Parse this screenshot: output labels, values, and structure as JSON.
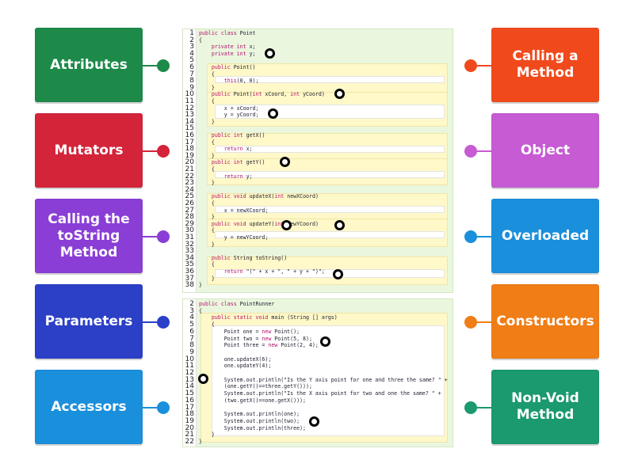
{
  "left_tiles": [
    {
      "label": "Attributes",
      "color": "#1d8a4a",
      "dot": "#1d8a4a"
    },
    {
      "label": "Mutators",
      "color": "#d3243a",
      "dot": "#d3243a"
    },
    {
      "label": "Calling the toString Method",
      "color": "#8a3ed6",
      "dot": "#8a3ed6"
    },
    {
      "label": "Parameters",
      "color": "#2b3fc7",
      "dot": "#2b3fc7"
    },
    {
      "label": "Accessors",
      "color": "#1a8fdc",
      "dot": "#1a8fdc"
    }
  ],
  "right_tiles": [
    {
      "label": "Calling a Method",
      "color": "#f04a1c",
      "dot": "#f04a1c"
    },
    {
      "label": "Object",
      "color": "#c65bd3",
      "dot": "#c65bd3"
    },
    {
      "label": "Overloaded",
      "color": "#1a8fdc",
      "dot": "#1a8fdc"
    },
    {
      "label": "Constructors",
      "color": "#f07d16",
      "dot": "#f07d16"
    },
    {
      "label": "Non-Void Method",
      "color": "#1a9a6e",
      "dot": "#1a9a6e"
    }
  ],
  "code1": {
    "lines": [
      {
        "n": "1",
        "text": "public class Point"
      },
      {
        "n": "2",
        "text": "{"
      },
      {
        "n": "3",
        "text": "    private int x;"
      },
      {
        "n": "4",
        "text": "    private int y;"
      },
      {
        "n": "5",
        "text": ""
      },
      {
        "n": "6",
        "text": "    public Point()"
      },
      {
        "n": "7",
        "text": "    {"
      },
      {
        "n": "8",
        "text": "        this(0, 0);"
      },
      {
        "n": "9",
        "text": "    }"
      },
      {
        "n": "10",
        "text": "    public Point(int xCoord, int yCoord)"
      },
      {
        "n": "11",
        "text": "    {"
      },
      {
        "n": "12",
        "text": "        x = xCoord;"
      },
      {
        "n": "13",
        "text": "        y = yCoord;"
      },
      {
        "n": "14",
        "text": "    }"
      },
      {
        "n": "15",
        "text": ""
      },
      {
        "n": "16",
        "text": "    public int getX()"
      },
      {
        "n": "17",
        "text": "    {"
      },
      {
        "n": "18",
        "text": "        return x;"
      },
      {
        "n": "19",
        "text": "    }"
      },
      {
        "n": "20",
        "text": "    public int getY()"
      },
      {
        "n": "21",
        "text": "    {"
      },
      {
        "n": "22",
        "text": "        return y;"
      },
      {
        "n": "23",
        "text": "    }"
      },
      {
        "n": "24",
        "text": ""
      },
      {
        "n": "25",
        "text": "    public void updateX(int newXCoord)"
      },
      {
        "n": "26",
        "text": "    {"
      },
      {
        "n": "27",
        "text": "        x = newXCoord;"
      },
      {
        "n": "28",
        "text": "    }"
      },
      {
        "n": "29",
        "text": "    public void updateY(int newYCoord)"
      },
      {
        "n": "30",
        "text": "    {"
      },
      {
        "n": "31",
        "text": "        y = newYCoord;"
      },
      {
        "n": "32",
        "text": "    }"
      },
      {
        "n": "33",
        "text": ""
      },
      {
        "n": "34",
        "text": "    public String toString()"
      },
      {
        "n": "35",
        "text": "    {"
      },
      {
        "n": "36",
        "text": "        return \"(\" + x + \", \" + y + \")\";"
      },
      {
        "n": "37",
        "text": "    }"
      },
      {
        "n": "38",
        "text": "}"
      }
    ]
  },
  "code2": {
    "lines": [
      {
        "n": "2",
        "text": "public class PointRunner"
      },
      {
        "n": "3",
        "text": "{"
      },
      {
        "n": "4",
        "text": "    public static void main (String [] args)"
      },
      {
        "n": "5",
        "text": "    {"
      },
      {
        "n": "6",
        "text": "        Point one = new Point();"
      },
      {
        "n": "7",
        "text": "        Point two = new Point(5, 8);"
      },
      {
        "n": "8",
        "text": "        Point three = new Point(2, 4);"
      },
      {
        "n": "9",
        "text": ""
      },
      {
        "n": "10",
        "text": "        one.updateX(6);"
      },
      {
        "n": "11",
        "text": "        one.updateY(4);"
      },
      {
        "n": "12",
        "text": ""
      },
      {
        "n": "13",
        "text": "        System.out.println(\"Is the Y axis point for one and three the same? \" +"
      },
      {
        "n": "14",
        "text": "        (one.getY()==three.getY()));"
      },
      {
        "n": "15",
        "text": "        System.out.println(\"Is the X axis point for two and one the same? \" +"
      },
      {
        "n": "16",
        "text": "        (two.getX()==one.getX()));"
      },
      {
        "n": "17",
        "text": ""
      },
      {
        "n": "18",
        "text": "        System.out.println(one);"
      },
      {
        "n": "19",
        "text": "        System.out.println(two);"
      },
      {
        "n": "20",
        "text": "        System.out.println(three);"
      },
      {
        "n": "21",
        "text": "    }"
      },
      {
        "n": "22",
        "text": "}"
      }
    ]
  }
}
